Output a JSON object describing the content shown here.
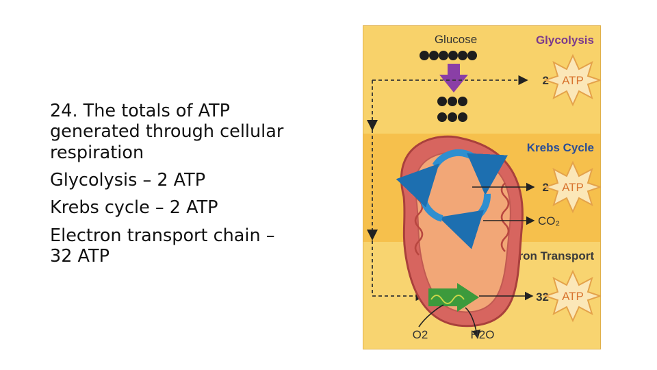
{
  "text": {
    "heading_lines": [
      "24. The totals of ATP",
      "generated through cellular",
      "respiration"
    ],
    "items": [
      "Glycolysis – 2 ATP",
      "Krebs cycle – 2 ATP",
      "Electron transport chain –",
      "32 ATP"
    ]
  },
  "diagram": {
    "glucose_label": "Glucose",
    "stages": [
      "Glycolysis",
      "Krebs Cycle",
      "Electron Transport"
    ],
    "atp_counts": [
      "2",
      "2",
      "32"
    ],
    "atp_label": "ATP",
    "co2_label": "CO₂",
    "o2_label": "O2",
    "h2o_label": "H2O",
    "colors": {
      "glycolysis_band": "#f8d26a",
      "krebs_band": "#f6c04c",
      "electron_band": "#f8d470",
      "stage_title_blue": "#2a4e96",
      "stage_title_purple": "#7b3a8c",
      "mito_outer": "#d7655f",
      "mito_inner": "#f2a777",
      "cycle_blue": "#2f8fd0",
      "arrow_purple": "#8a3fa6",
      "atp_star": "#fbe7b8",
      "atp_text": "#d8732d",
      "arrow_green": "#3c9a3c"
    }
  }
}
